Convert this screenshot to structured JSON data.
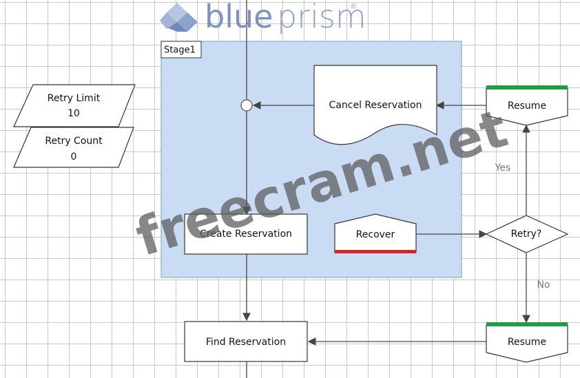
{
  "logo": {
    "text_left": "blue",
    "text_right": "prism",
    "registered": "®"
  },
  "stage": {
    "label": "Stage1"
  },
  "data_items": [
    {
      "name": "Retry Limit",
      "value": "10"
    },
    {
      "name": "Retry Count",
      "value": "0"
    }
  ],
  "nodes": {
    "cancel_reservation": "Cancel Reservation",
    "create_reservation": "Create Reservation",
    "recover": "Recover",
    "resume_top": "Resume",
    "retry_decision": "Retry?",
    "find_reservation": "Find Reservation",
    "resume_bottom": "Resume"
  },
  "edge_labels": {
    "yes": "Yes",
    "no": "No"
  },
  "watermark": "freecram.net",
  "colors": {
    "stage_fill": "#c9dcf3",
    "stage_border": "#8aa9cf",
    "resume_bar": "#1f9c44",
    "recover_bar": "#d9232b",
    "logo_icon": "#8ea3c9",
    "logo_text": "#7d92bf"
  }
}
